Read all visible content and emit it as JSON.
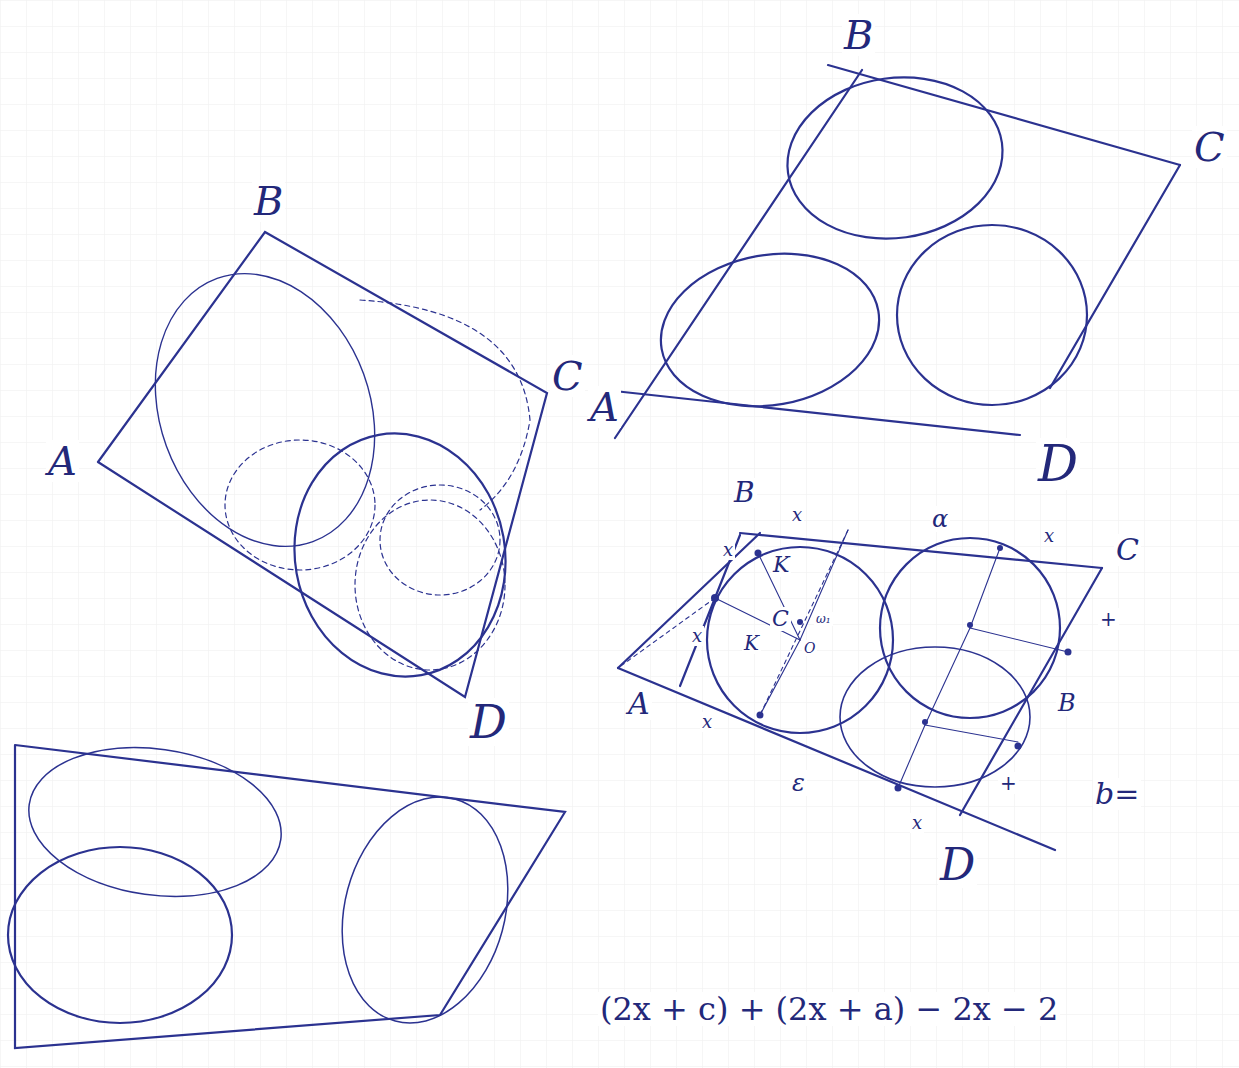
{
  "diagram": {
    "labels": [
      "B",
      "C",
      "A",
      "D",
      "B",
      "C",
      "A",
      "D",
      "B",
      "x",
      "α",
      "x",
      "C",
      "x",
      "K",
      "x",
      "K",
      "C",
      "ω₁",
      "O",
      "+",
      "A",
      "x",
      "B",
      "ε",
      "+",
      "x",
      "D",
      "b=",
      "(2x + c) + (2x + a) − 2x − 2"
    ]
  }
}
